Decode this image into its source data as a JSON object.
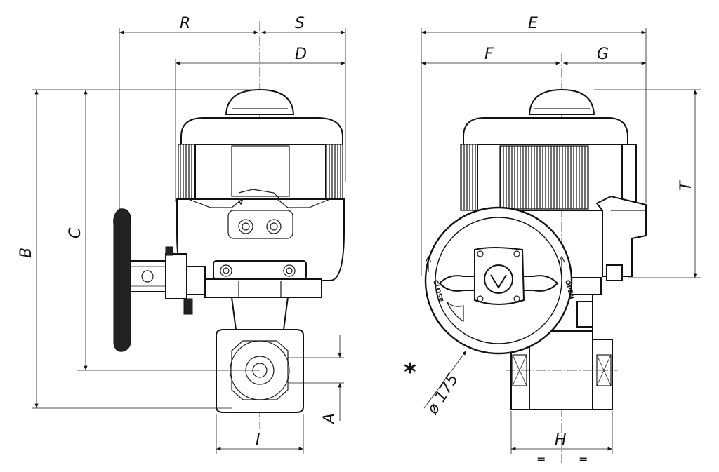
{
  "dimension_labels": {
    "R": "R",
    "S": "S",
    "D": "D",
    "B": "B",
    "C": "C",
    "A": "A",
    "I": "I",
    "E": "E",
    "F": "F",
    "G": "G",
    "T": "T",
    "H": "H"
  },
  "handwheel": {
    "diameter_label": "ø 175",
    "marker": "*",
    "close_label": "CLOSE",
    "open_label": "OPEN"
  },
  "equal_marks": [
    "=",
    "="
  ],
  "brand_mark": "V"
}
